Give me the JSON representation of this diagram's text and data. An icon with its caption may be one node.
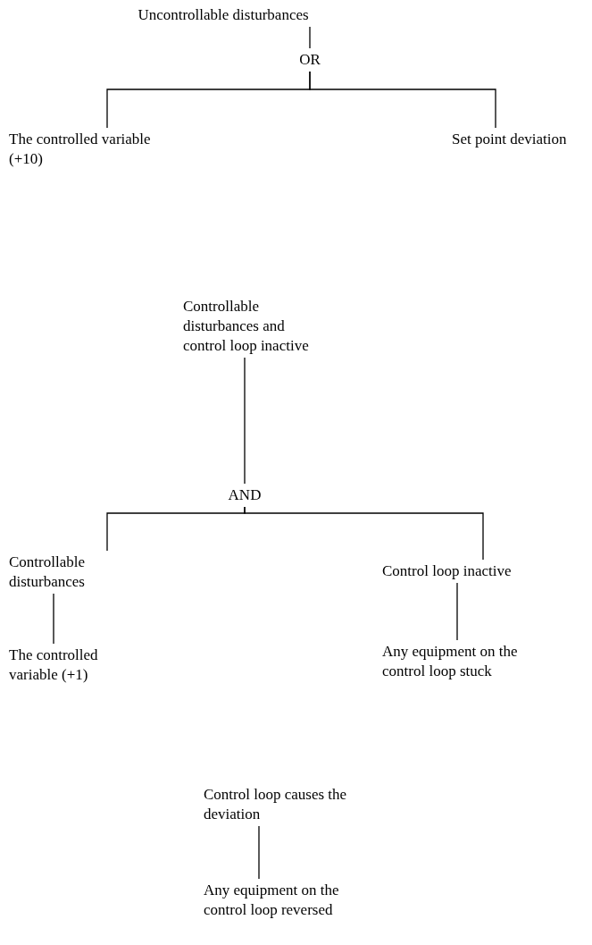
{
  "diagram": {
    "nodes": [
      {
        "text": [
          "Uncontrollable disturbances"
        ]
      },
      {
        "text": [
          "OR"
        ]
      },
      {
        "text": [
          "The controlled variable (+10)"
        ]
      },
      {
        "text": [
          "Set point deviation"
        ]
      },
      {
        "text": [
          "Controllable disturbances and control loop inactive"
        ]
      },
      {
        "text": [
          "AND"
        ]
      },
      {
        "text": [
          "Controllable disturbances"
        ]
      },
      {
        "text": [
          "Control loop inactive"
        ]
      },
      {
        "text": [
          "The controlled variable (+1)"
        ]
      },
      {
        "text": [
          "Any equipment on the control loop stuck"
        ]
      },
      {
        "text": [
          "Control loop causes the deviation"
        ]
      },
      {
        "text": [
          "Any equipment on the control loop reversed"
        ]
      }
    ],
    "edges": [
      {
        "from": 0,
        "to": 1,
        "arrow": "none"
      },
      {
        "from": 1,
        "to": 2,
        "arrow": "none"
      },
      {
        "from": 1,
        "to": 3,
        "arrow": "none"
      },
      {
        "from": 4,
        "to": 5,
        "arrow": "none"
      },
      {
        "from": 5,
        "to": 6,
        "arrow": "none"
      },
      {
        "from": 5,
        "to": 7,
        "arrow": "none"
      },
      {
        "from": 6,
        "to": 8,
        "arrow": "none"
      },
      {
        "from": 7,
        "to": 9,
        "arrow": "none"
      },
      {
        "from": 10,
        "to": 11,
        "arrow": "none"
      }
    ]
  }
}
